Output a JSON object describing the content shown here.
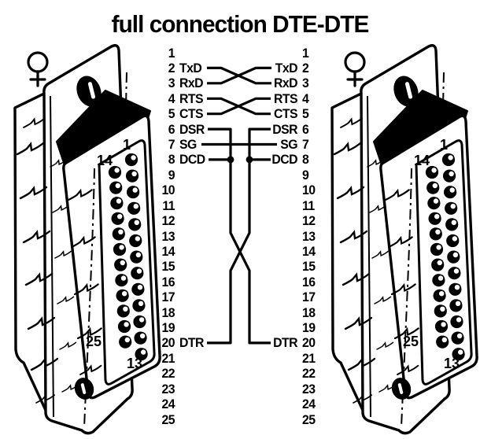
{
  "title": "full connection DTE-DTE",
  "colors": {
    "ink": "#000000",
    "background": "#ffffff"
  },
  "connector": {
    "type": "DB-25",
    "gender_symbol": "female",
    "sides": [
      "left",
      "right"
    ],
    "corner_pins": {
      "top_right": "1",
      "top_left": "14",
      "bottom_left": "25",
      "bottom_right": "13"
    }
  },
  "pins": [
    {
      "n": "1",
      "label": ""
    },
    {
      "n": "2",
      "label": "TxD"
    },
    {
      "n": "3",
      "label": "RxD"
    },
    {
      "n": "4",
      "label": "RTS"
    },
    {
      "n": "5",
      "label": "CTS"
    },
    {
      "n": "6",
      "label": "DSR"
    },
    {
      "n": "7",
      "label": "SG"
    },
    {
      "n": "8",
      "label": "DCD"
    },
    {
      "n": "9",
      "label": ""
    },
    {
      "n": "10",
      "label": ""
    },
    {
      "n": "11",
      "label": ""
    },
    {
      "n": "12",
      "label": ""
    },
    {
      "n": "13",
      "label": ""
    },
    {
      "n": "14",
      "label": ""
    },
    {
      "n": "15",
      "label": ""
    },
    {
      "n": "16",
      "label": ""
    },
    {
      "n": "17",
      "label": ""
    },
    {
      "n": "18",
      "label": ""
    },
    {
      "n": "19",
      "label": ""
    },
    {
      "n": "20",
      "label": "DTR"
    },
    {
      "n": "21",
      "label": ""
    },
    {
      "n": "22",
      "label": ""
    },
    {
      "n": "23",
      "label": ""
    },
    {
      "n": "24",
      "label": ""
    },
    {
      "n": "25",
      "label": ""
    }
  ],
  "connections": [
    {
      "left_pin": "2 TxD",
      "right_pin": "3 RxD",
      "type": "crossed"
    },
    {
      "left_pin": "3 RxD",
      "right_pin": "2 TxD",
      "type": "crossed"
    },
    {
      "left_pin": "4 RTS",
      "right_pin": "5 CTS",
      "type": "crossed"
    },
    {
      "left_pin": "5 CTS",
      "right_pin": "4 RTS",
      "type": "crossed"
    },
    {
      "left_pin": "7 SG",
      "right_pin": "7 SG",
      "type": "straight"
    },
    {
      "left_pin": "6 DSR + 8 DCD (bridged)",
      "right_pin": "20 DTR",
      "type": "crossed"
    },
    {
      "left_pin": "20 DTR",
      "right_pin": "6 DSR + 8 DCD (bridged)",
      "type": "crossed"
    }
  ]
}
